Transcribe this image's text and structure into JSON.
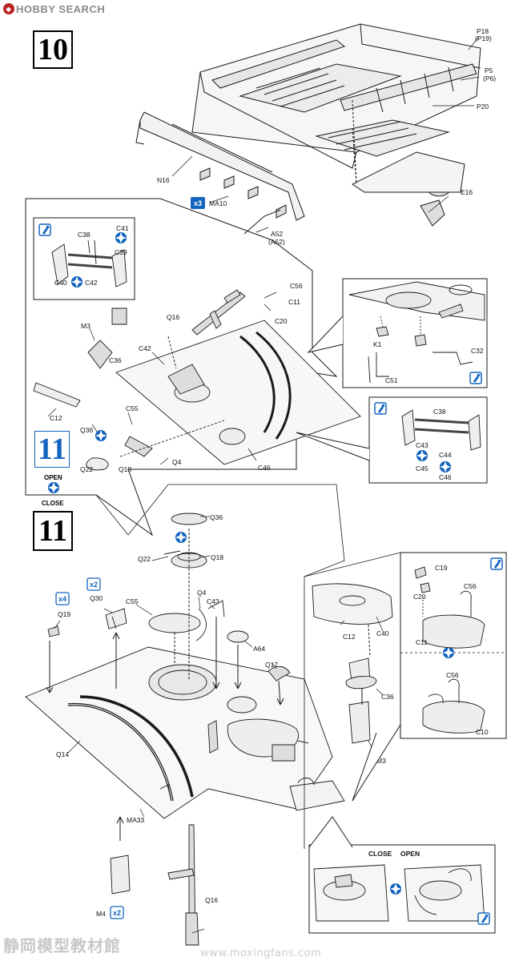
{
  "header": {
    "site": "HOBBY SEARCH"
  },
  "steps": {
    "main_10": "10",
    "main_11": "11",
    "inset_11": "11"
  },
  "toggle": {
    "open": "OPEN",
    "close": "CLOSE"
  },
  "inset_toggle": {
    "close": "CLOSE",
    "open": "OPEN"
  },
  "multipliers": {
    "ma10": "x3",
    "q30": "x2",
    "q19": "x4",
    "m4": "x2"
  },
  "labels_step10": [
    "P18",
    "(P19)",
    "P5",
    "(P6)",
    "P20",
    "N16",
    "MA10",
    "E16",
    "A52",
    "(A52)"
  ],
  "labels_inset_tl": [
    "C41",
    "C38",
    "C39",
    "C40",
    "C42"
  ],
  "labels_step10_body": [
    "C56",
    "C11",
    "C20",
    "Q16",
    "M3",
    "C36",
    "C42",
    "C12",
    "C55",
    "Q36",
    "Q22",
    "Q18",
    "Q4",
    "C46"
  ],
  "labels_inset_tr": [
    "K1",
    "C32",
    "C51"
  ],
  "labels_inset_mr": [
    "C38",
    "C43",
    "C45",
    "C44",
    "C46"
  ],
  "labels_step11": [
    "Q36",
    "Q22",
    "Q18",
    "Q30",
    "Q19",
    "C55",
    "Q4",
    "C43",
    "A64",
    "Q17",
    "C12",
    "C40",
    "C36",
    "M3",
    "Q14",
    "MA33",
    "M4",
    "Q16"
  ],
  "labels_inset_r": [
    "C19",
    "C20",
    "C56",
    "C11",
    "C56",
    "C10"
  ],
  "watermark": {
    "cn": "静岡模型教材館",
    "url": "www.moxingfans.com"
  },
  "colors": {
    "line": "#1a1a1a",
    "blue": "#1565c0",
    "grey_header": "#8a8a8a"
  }
}
